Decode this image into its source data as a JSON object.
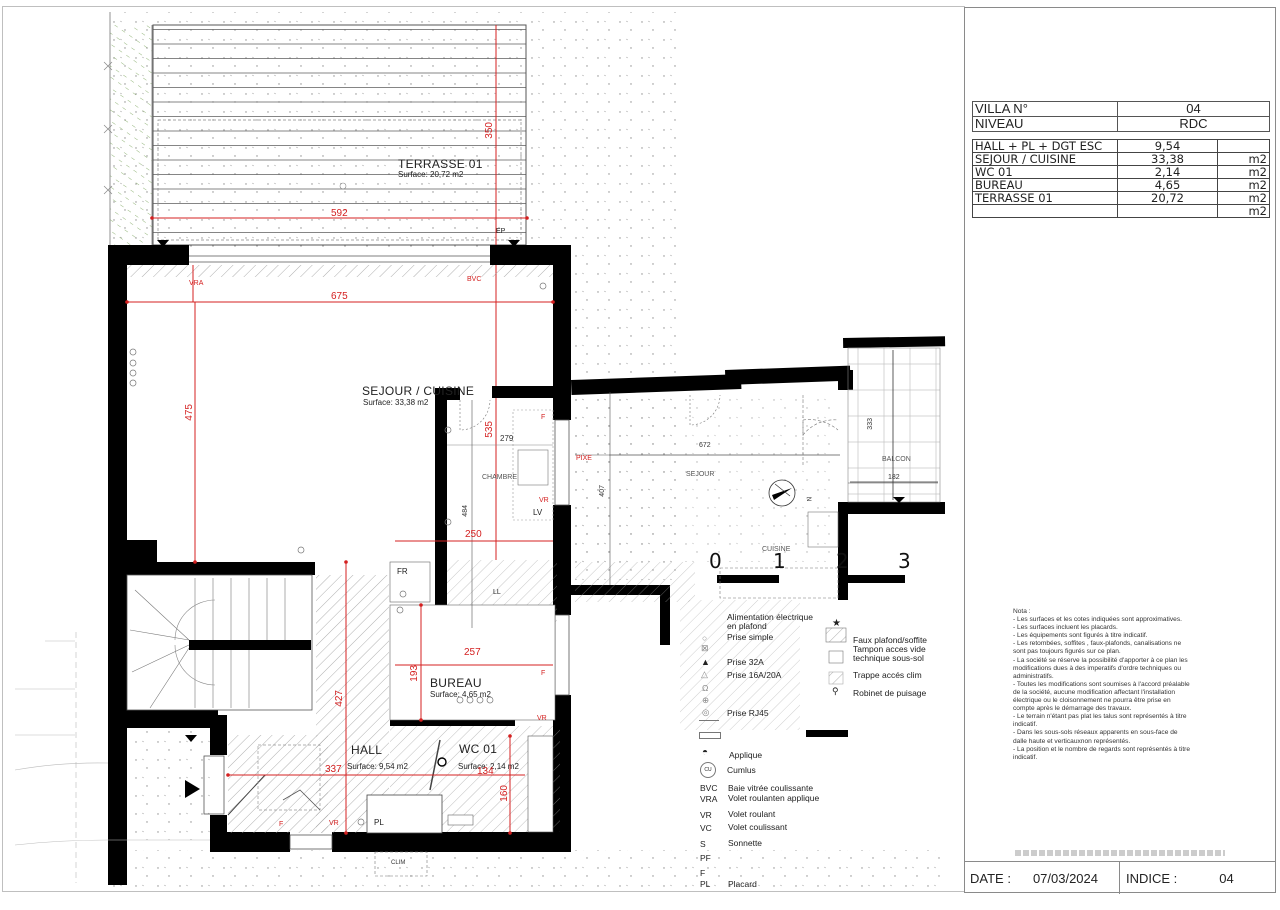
{
  "cartouche": {
    "villa_label": "VILLA N°",
    "villa_value": "04",
    "niveau_label": "NIVEAU",
    "niveau_value": "RDC",
    "areas": [
      {
        "name": "HALL + PL + DGT ESC",
        "value": "9,54",
        "unit": ""
      },
      {
        "name": "SEJOUR / CUISINE",
        "value": "33,38",
        "unit": "m2"
      },
      {
        "name": "WC 01",
        "value": "2,14",
        "unit": "m2"
      },
      {
        "name": "BUREAU",
        "value": "4,65",
        "unit": "m2"
      },
      {
        "name": "TERRASSE 01",
        "value": "20,72",
        "unit": "m2"
      },
      {
        "name": "",
        "value": "",
        "unit": "m2"
      }
    ],
    "nota": {
      "title": "Nota :",
      "lines": [
        "- Les surfaces et les cotes indiquées sont approximatives.",
        "- Les surfaces incluent les placards.",
        "- Les équipements sont figurés à titre indicatif.",
        "- Les retombées, soffites , faux-plafonds, canalisations ne sont pas toujours figurés sur ce plan.",
        "- La société se réserve la possibilité d'apporter à ce plan les modifications dues à des imperatifs d'ordre techniques ou administratifs.",
        "- Toutes les modifications sont soumises à l'accord préalable de la société, aucune modification affectant l'installation électrique ou le cloisonnement ne pourra être prise en compte après le démarrage des travaux.",
        "- Le terrain n'étant pas plat les talus sont représentés à titre indicatif.",
        "- Dans les sous-sols réseaux apparents en sous-face de dalle haute et verticauxnon représentés.",
        "- La position et le nombre de regards sont représentés à titre indicatif."
      ]
    },
    "date_label": "DATE :",
    "date_value": "07/03/2024",
    "indice_label": "INDICE :",
    "indice_value": "04"
  },
  "rooms": {
    "terrasse": {
      "name": "TERRASSE 01",
      "surface": "Surface: 20,72 m2"
    },
    "sejour": {
      "name": "SEJOUR / CUISINE",
      "surface": "Surface: 33,38 m2"
    },
    "bureau": {
      "name": "BUREAU",
      "surface": "Surface: 4,65 m2"
    },
    "hall": {
      "name": "HALL",
      "surface": "Surface: 9,54 m2"
    },
    "wc": {
      "name": "WC 01",
      "surface": "Surface: 2,14 m2"
    }
  },
  "dimensions": {
    "terrasse_width": "592",
    "terrasse_depth": "350",
    "sejour_width": "675",
    "sejour_depth": "475",
    "kitchen_depth": "535",
    "kitchen_width": "250",
    "chambre_width": "279",
    "chambre_depth": "484",
    "bureau_width": "257",
    "bureau_depth": "193",
    "hall_depth": "427",
    "hall_width": "337",
    "wc_width": "134",
    "wc_depth": "160",
    "sejour2_width": "672",
    "sejour2_depth": "407",
    "balcon_depth": "333",
    "balcon_width": "182"
  },
  "annotations": {
    "vra": "VRA",
    "bvc": "BVC",
    "ep": "EP",
    "fr": "FR",
    "pl": "PL",
    "vr": "VR",
    "f": "F",
    "lv": "LV",
    "ll": "LL",
    "clim": "CLIM",
    "pixe": "PIXE",
    "chambre": "CHAMBRE",
    "sejour": "SEJOUR",
    "cuisine": "CUISINE",
    "balcon": "BALCON",
    "north": "N"
  },
  "scale_bar": [
    "0",
    "1",
    "2",
    "3"
  ],
  "legend": {
    "items_left": [
      {
        "icon": "ceiling-power-icon",
        "label": "Alimentation électrique en plafond"
      },
      {
        "icon": "single-socket-icon",
        "label": "Prise simple"
      },
      {
        "icon": "socket-box-icon",
        "label": ""
      },
      {
        "icon": "socket-32a-icon",
        "label": "Prise 32A"
      },
      {
        "icon": "socket-16a-icon",
        "label": "Prise 16A/20A"
      },
      {
        "icon": "phone-socket-icon",
        "label": ""
      },
      {
        "icon": "tv-socket-icon",
        "label": ""
      },
      {
        "icon": "rj45-icon",
        "label": "Prise RJ45"
      },
      {
        "icon": "line-icon",
        "label": ""
      },
      {
        "icon": "box-icon",
        "label": ""
      },
      {
        "icon": "applique-icon",
        "label": "Applique"
      },
      {
        "icon": "cumulus-icon",
        "label": "Cumlus"
      }
    ],
    "abbrev": [
      {
        "code": "BVC",
        "label": "Baie vitrée coulissante"
      },
      {
        "code": "VRA",
        "label": "Volet roulanten applique"
      },
      {
        "code": "VR",
        "label": "Volet roulant"
      },
      {
        "code": "VC",
        "label": "Volet coulissant"
      },
      {
        "code": "S",
        "label": "Sonnette"
      },
      {
        "code": "PF",
        "label": ""
      },
      {
        "code": "F",
        "label": ""
      },
      {
        "code": "PL",
        "label": "Placard"
      }
    ],
    "items_right": [
      {
        "icon": "star-icon",
        "label": ""
      },
      {
        "icon": "false-ceiling-icon",
        "label": "Faux plafond/soffite"
      },
      {
        "icon": "access-hatch-icon",
        "label": "Tampon acces vide technique sous-sol"
      },
      {
        "icon": "clim-hatch-icon",
        "label": "Trappe accés clim"
      },
      {
        "icon": "tap-icon",
        "label": "Robinet de puisage"
      }
    ]
  },
  "colors": {
    "wall": "#000000",
    "dimension": "#d42020",
    "hatch": "#9a9a9a",
    "green_hatch": "#7aa35a"
  }
}
